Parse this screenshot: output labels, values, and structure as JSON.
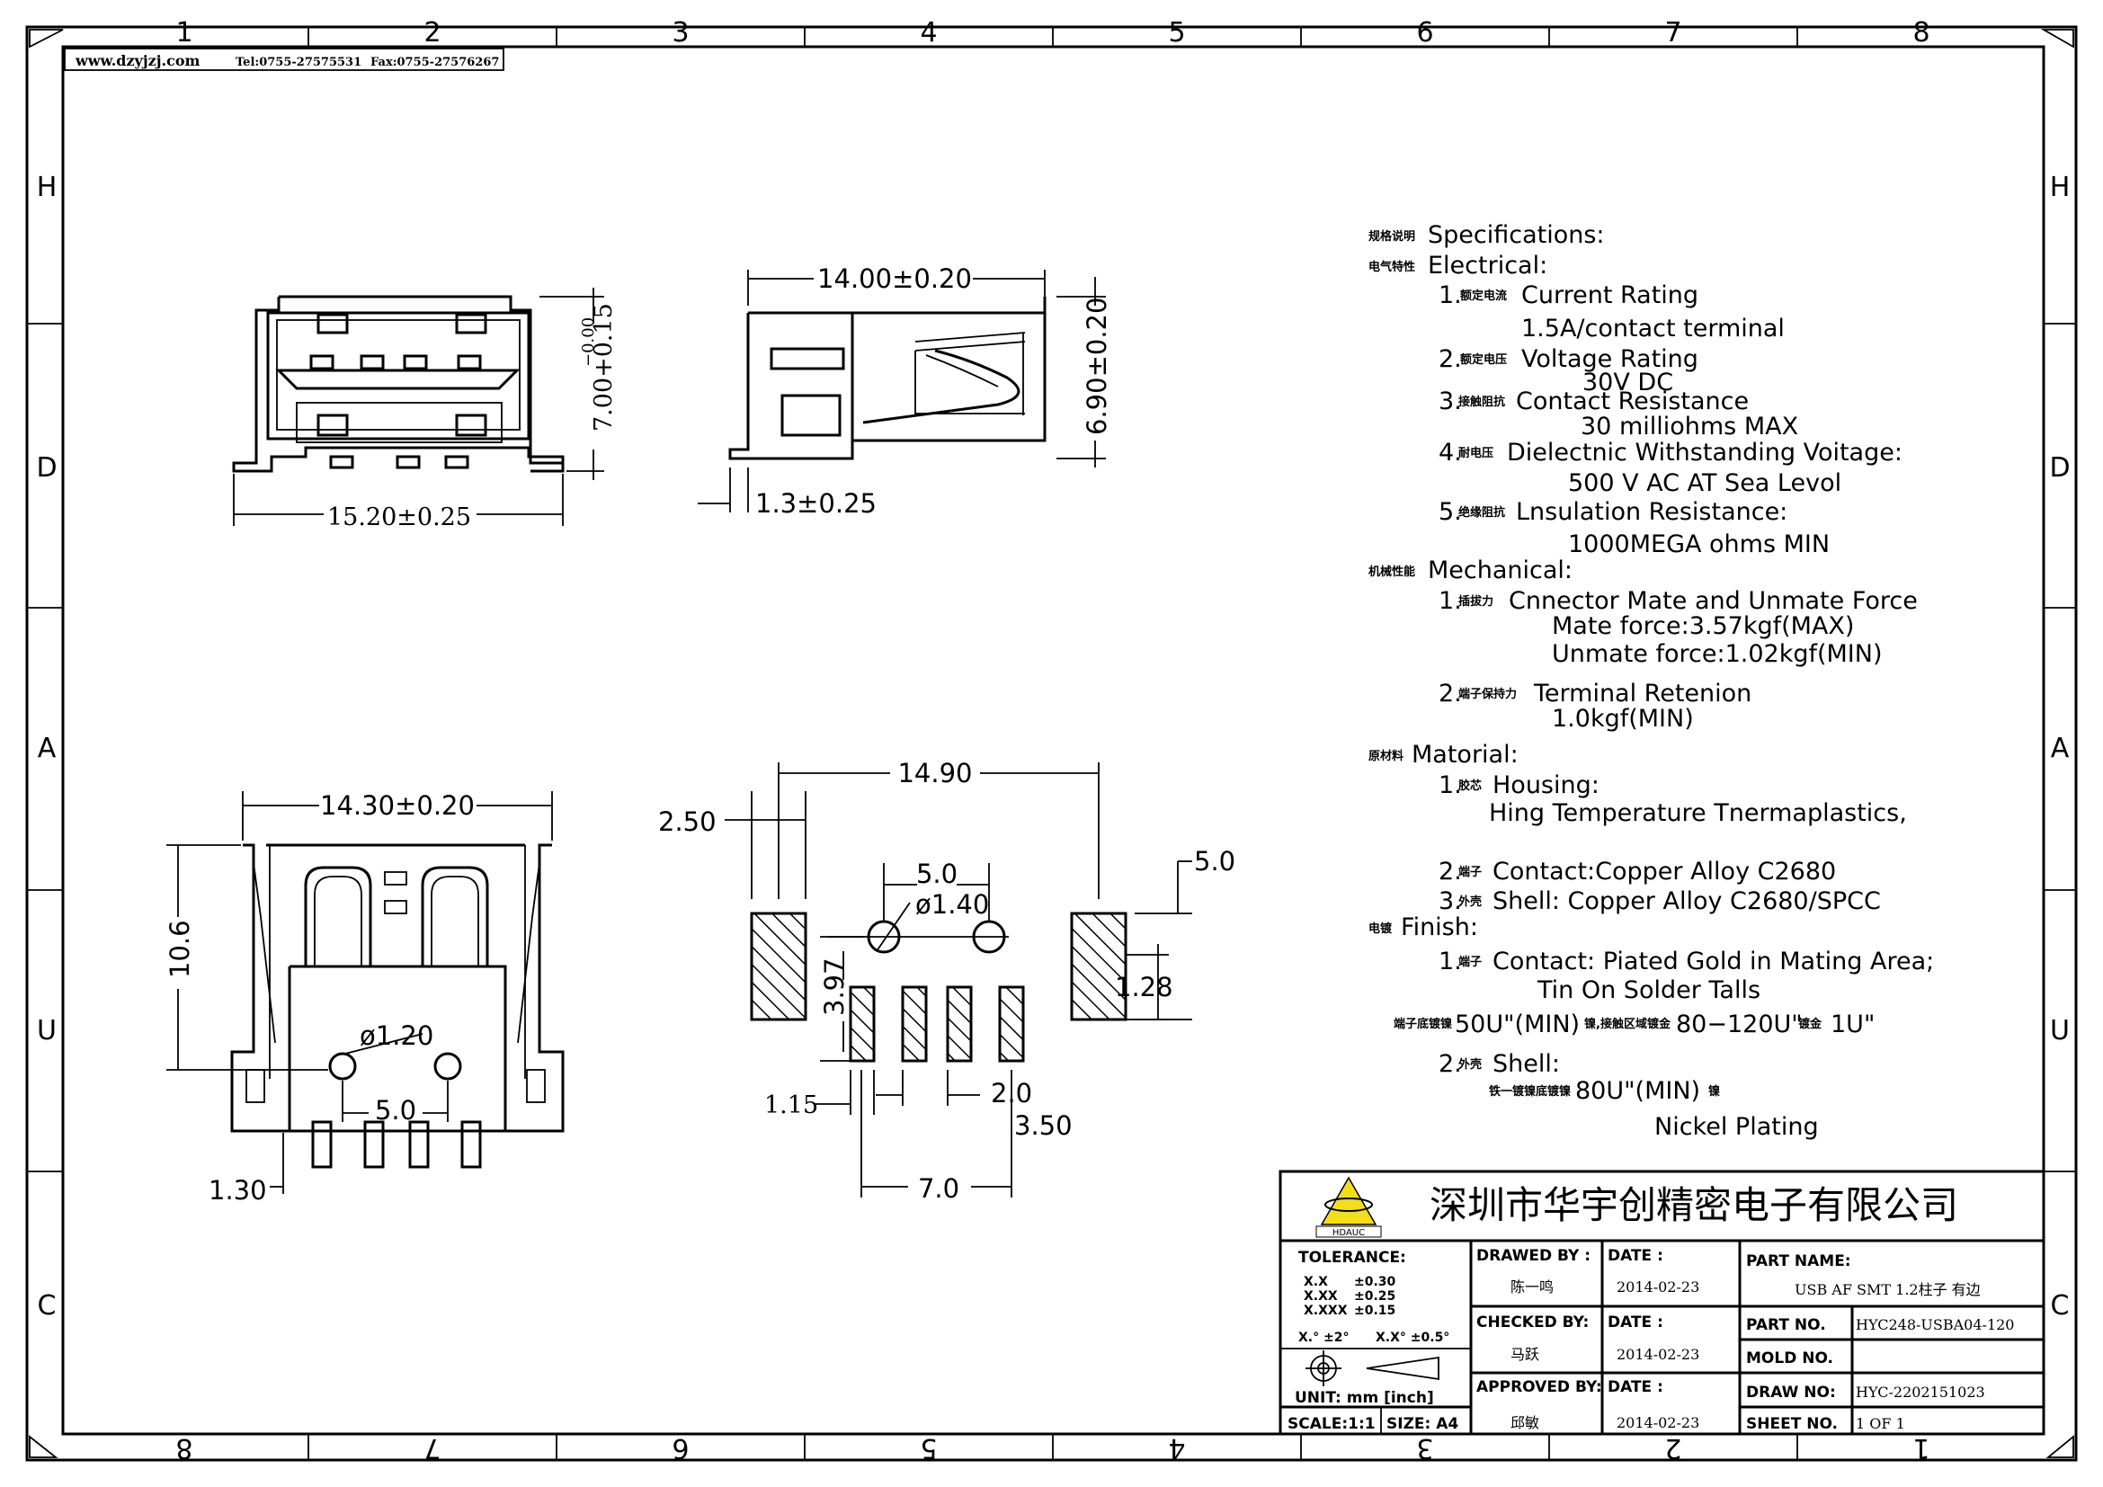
{
  "header": {
    "website": "www.dzyjzj.com",
    "tel": "Tel:0755-27575531",
    "fax": "Fax:0755-27576267"
  },
  "grid": {
    "top_cols": [
      "1",
      "2",
      "3",
      "4",
      "5",
      "6",
      "7",
      "8"
    ],
    "bottom_cols": [
      "8",
      "7",
      "6",
      "5",
      "4",
      "3",
      "2",
      "1"
    ],
    "rows": [
      "H",
      "D",
      "A",
      "U",
      "C"
    ]
  },
  "views": {
    "front": {
      "width": "15.20±0.25",
      "height": "7.00+0.15",
      "height_tol": "−0.00"
    },
    "side": {
      "width": "14.00±0.20",
      "height": "6.90±0.20",
      "offset": "1.3±0.25"
    },
    "bottom": {
      "width": "14.30±0.20",
      "height": "10.6",
      "hole": "ø1.20",
      "pitch": "5.0",
      "pin": "1.30"
    },
    "footprint": {
      "overall": "14.90",
      "pad_w": "2.50",
      "right_h": "5.0",
      "hole_pitch": "5.0",
      "hole_d": "ø1.40",
      "row_gap": "3.97",
      "pad_h": "1.28",
      "pin_w": "1.15",
      "pin_pitch": "2.0",
      "pin_span": "3.50",
      "total": "7.0"
    }
  },
  "specs": {
    "heading": "Specifications:",
    "heading_cn": "规格说明",
    "electrical": "Electrical:",
    "electrical_cn": "电气特性",
    "items": [
      {
        "num": "1.",
        "cn": "额定电流",
        "label": "Current  Rating",
        "value": "1.5A/contact  terminal"
      },
      {
        "num": "2.",
        "cn": "额定电压",
        "label": "Voltage  Rating",
        "value": "30V  DC"
      },
      {
        "num": "3.",
        "cn": "接触阻抗",
        "label": "Contact  Resistance",
        "value": "30  milliohms  MAX"
      },
      {
        "num": "4.",
        "cn": "耐电压",
        "label": "Dielectnic  Withstanding  Voitage:",
        "value": "500  V  AC  AT  Sea  Levol"
      },
      {
        "num": "5.",
        "cn": "绝缘阻抗",
        "label": "Lnsulation  Resistance:",
        "value": "1000MEGA  ohms  MIN"
      }
    ],
    "mechanical": "Mechanical:",
    "mechanical_cn": "机械性能",
    "mech_items": [
      {
        "num": "1.",
        "cn": "插拔力",
        "label": "Cnnector  Mate  and  Unmate  Force",
        "line2": "Mate  force:3.57kgf(MAX)",
        "line3": "Unmate  force:1.02kgf(MIN)"
      },
      {
        "num": "2.",
        "cn": "端子保持力",
        "label": "Terminal  Retenion",
        "line2": "1.0kgf(MIN)"
      }
    ],
    "material": "Matorial:",
    "material_cn": "原材料",
    "mat_items": [
      {
        "num": "1.",
        "cn": "胶芯",
        "label": "Housing:",
        "line2": "Hing  Temperature    Tnermaplastics,"
      },
      {
        "num": "2.",
        "cn": "端子",
        "label": "Contact:Copper  Alloy  C2680"
      },
      {
        "num": "3.",
        "cn": "外壳",
        "label": "Shell:  Copper  Alloy  C2680/SPCC"
      }
    ],
    "finish": "Finish:",
    "finish_cn": "电镀",
    "fin_items": [
      {
        "num": "1.",
        "cn": "端子",
        "label": "Contact:  Piated  Gold  in  Mating  Area;",
        "line2": "Tin  On  Solder  Talls",
        "line3_cn1": "端子底镀镍",
        "line3a": "50U\"(MIN)",
        "line3_cn2": "镍,接触区域镀金",
        "line3b": "80−120U\"",
        "line3_cn3": "镀金",
        "line3c": "1U\""
      },
      {
        "num": "2.",
        "cn": "外壳",
        "label": "Shell:",
        "line2_cn": "铁一镀镍底镀镍",
        "line2": "80U\"(MIN)",
        "line2_cn2": "镍",
        "line3": "Nickel  Plating"
      }
    ]
  },
  "title_block": {
    "company": "深圳市华宇创精密电子有限公司",
    "logo_text": "HDAUC",
    "tolerance_label": "TOLERANCE:",
    "tol": [
      {
        "k": "X.X",
        "v": "±0.30"
      },
      {
        "k": "X.XX",
        "v": "±0.25"
      },
      {
        "k": "X.XXX",
        "v": "±0.15"
      }
    ],
    "ang1": "X.° ±2°",
    "ang2": "X.X° ±0.5°",
    "unit": "UNIT:   mm  [inch]",
    "scale": "SCALE:1:1",
    "size": "SIZE:  A4",
    "drawn_by_label": "DRAWED  BY :",
    "drawn_by": "陈一鸣",
    "checked_by_label": "CHECKED  BY:",
    "checked_by": "马跃",
    "approved_by_label": "APPROVED  BY:",
    "approved_by": "邱敏",
    "date_label": "DATE  :",
    "date1": "2014-02-23",
    "date2": "2014-02-23",
    "date3": "2014-02-23",
    "part_name_label": "PART  NAME:",
    "part_name": "USB  AF  SMT  1.2柱子  有边",
    "part_no_label": "PART  NO.",
    "part_no": "HYC248-USBA04-120",
    "mold_no_label": "MOLD  NO.",
    "mold_no": "",
    "draw_no_label": "DRAW  NO:",
    "draw_no": "HYC-2202151023",
    "sheet_no_label": "SHEET  NO.",
    "sheet_no": "1  OF  1"
  }
}
